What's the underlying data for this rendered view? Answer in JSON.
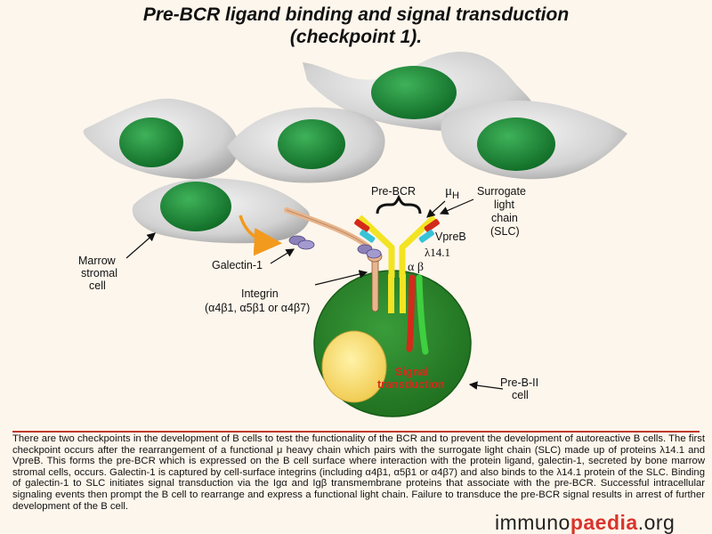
{
  "title": {
    "line1": "Pre-BCR ligand binding and signal transduction",
    "line2": "(checkpoint 1)."
  },
  "labels": {
    "pre_bcr": "Pre-BCR",
    "mu_h_mu": "μ",
    "mu_h_sub": "H",
    "surrogate_1": "Surrogate",
    "surrogate_2": "light",
    "surrogate_3": "chain",
    "surrogate_4": "(SLC)",
    "vpreb": "VpreB",
    "lambda": "λ14.1",
    "alpha_beta": "α β",
    "galectin": "Galectin-1",
    "marrow_1": "Marrow",
    "marrow_2": "stromal",
    "marrow_3": "cell",
    "integrin_1": "Integrin",
    "integrin_2": "(α4β1, α5β1 or α4β7)",
    "signal_1": "Signal",
    "signal_2": "transduction",
    "preb_1": "Pre-B-II",
    "preb_2": "cell"
  },
  "colors": {
    "stromal_body": "#d4d4d4",
    "nucleus_green": "#1f8a3a",
    "preb_cell": "#2f8b2f",
    "preb_nucleus": "#f6d66a",
    "yellow_chain": "#f2e422",
    "red_chain": "#d42a1a",
    "cyan_chain": "#36c3d8",
    "integrin": "#e8b58d",
    "galectin": "#8c80b8",
    "arrow_orange": "#f29a1d",
    "signal_red": "#d42a1a",
    "caption_rule": "#c0392b"
  },
  "caption": "There are two checkpoints in the development of B cells to test the functionality of the BCR and to prevent the development of autoreactive B cells. The first checkpoint occurs after the rearrangement of a functional μ heavy chain which pairs with the surrogate light chain (SLC) made up of proteins λ14.1 and VpreB. This forms the pre-BCR which is expressed on the B cell surface where interaction with the protein ligand, galectin-1, secreted by bone marrow stromal cells, occurs. Galectin-1 is captured by cell-surface integrins (including α4β1, α5β1 or α4β7) and also binds to the λ14.1 protein of the SLC. Binding of galectin-1 to SLC initiates signal transduction via the Igα and Igβ transmembrane proteins that associate with the pre-BCR. Successful intracellular signaling events then prompt the B cell to rearrange and express a functional light chain. Failure to transduce the pre-BCR signal results in arrest of further development of the B cell.",
  "logo": {
    "part1": "immuno",
    "part2": "paedia",
    "part3": ".org"
  }
}
